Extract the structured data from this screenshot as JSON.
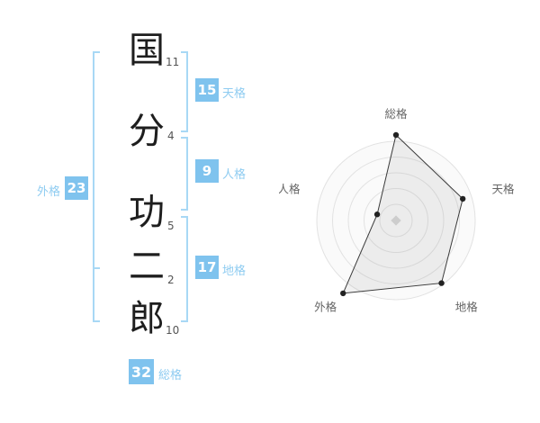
{
  "colors": {
    "badge-bg": "#7fc3ee",
    "bracket": "#a8d8f5",
    "label-text": "#8fccf1"
  },
  "name_analysis": {
    "characters": [
      {
        "char": "国",
        "strokes": "11"
      },
      {
        "char": "分",
        "strokes": "4"
      },
      {
        "char": "功",
        "strokes": "5"
      },
      {
        "char": "二",
        "strokes": "2"
      },
      {
        "char": "郎",
        "strokes": "10"
      }
    ],
    "tenkaku": {
      "label": "天格",
      "value": "15"
    },
    "jinkaku": {
      "label": "人格",
      "value": "9"
    },
    "chikaku": {
      "label": "地格",
      "value": "17"
    },
    "gaikaku": {
      "label": "外格",
      "value": "23"
    },
    "soukaku": {
      "label": "総格",
      "value": "32"
    }
  },
  "chart_data": {
    "type": "radar",
    "categories": [
      "総格",
      "天格",
      "地格",
      "外格",
      "人格"
    ],
    "values": [
      4.75,
      3.9,
      4.3,
      5.0,
      1.1
    ],
    "max": 5,
    "rings": 5,
    "grid": "concentric-circles",
    "legend": false,
    "title": ""
  }
}
